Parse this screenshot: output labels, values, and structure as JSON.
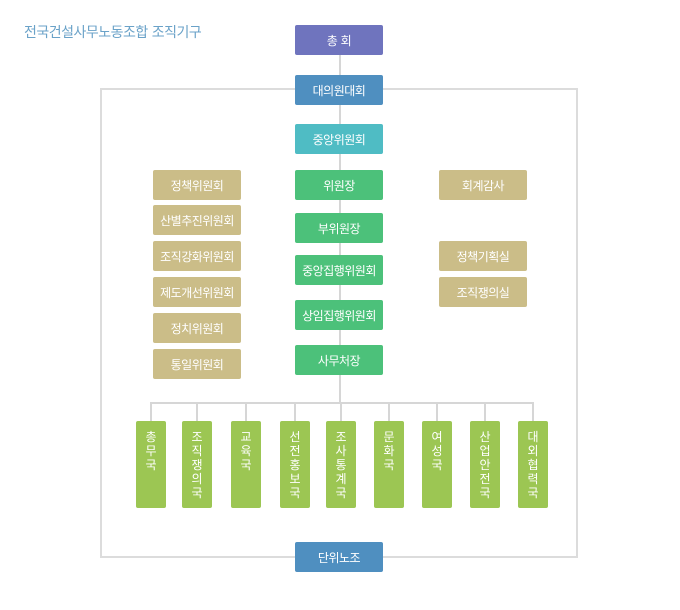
{
  "title": "전국건설사무노동조합 조직기구",
  "colors": {
    "purple": "#6f74be",
    "blue": "#4f8fc0",
    "teal": "#4fbcc4",
    "green": "#4cc17a",
    "tan": "#cbbd88",
    "lime": "#9cc653",
    "title": "#6aa2c8"
  },
  "top": {
    "general_assembly": "총 회",
    "delegates_assembly": "대의원대회",
    "central_committee": "중앙위원회"
  },
  "main": {
    "chairman": "위원장",
    "vice_chairman": "부위원장",
    "central_exec_committee": "중앙집행위원회",
    "standing_exec_committee": "상임집행위원회",
    "secretary_general": "사무처장"
  },
  "left_committees": [
    "정책위원회",
    "산별추진위원회",
    "조직강화위원회",
    "제도개선위원회",
    "정치위원회",
    "통일위원회"
  ],
  "right": {
    "audit": "회계감사",
    "policy_planning": "정책기획실",
    "org_consult": "조직쟁의실"
  },
  "departments": [
    "총무국",
    "조직쟁의국",
    "교육국",
    "선전홍보국",
    "조사통계국",
    "문화국",
    "여성국",
    "산업안전국",
    "대외협력국"
  ],
  "bottom": "단위노조"
}
